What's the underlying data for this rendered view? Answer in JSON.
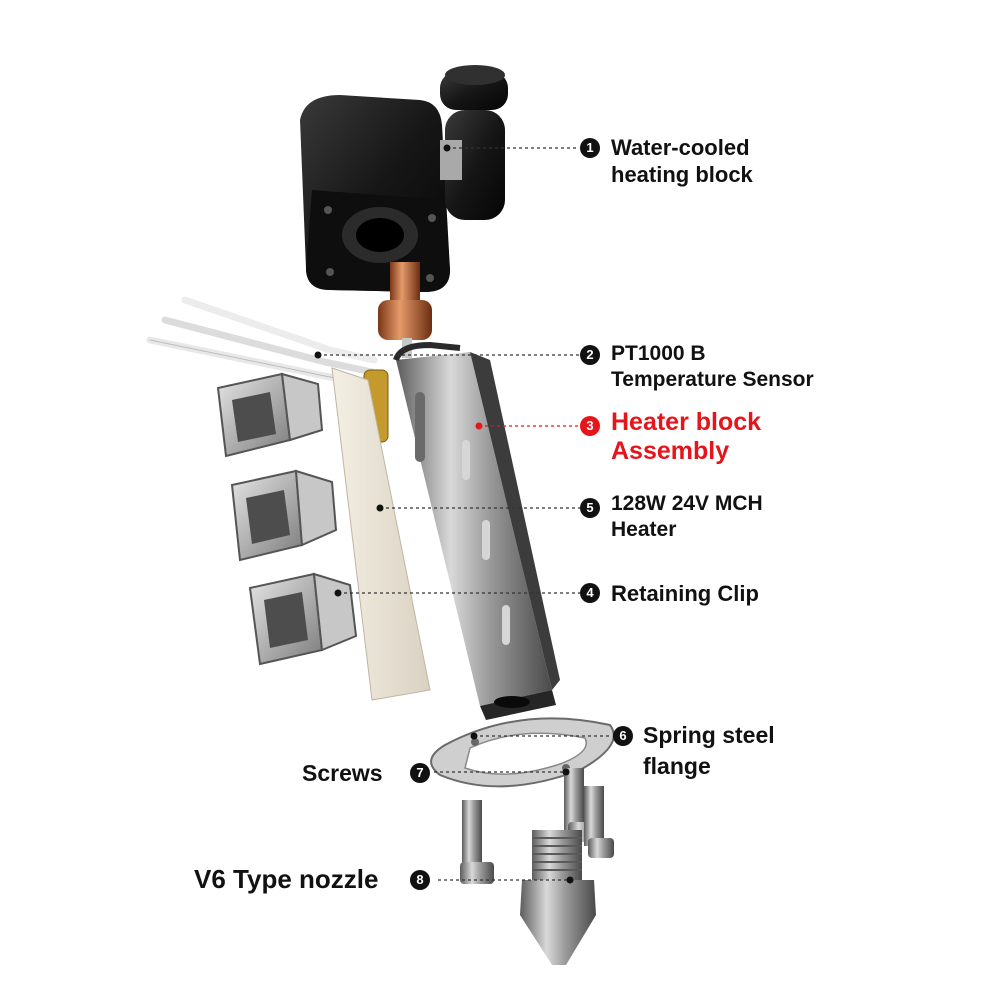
{
  "colors": {
    "text": "#111111",
    "highlight": "#e4161b",
    "leader": "#333333"
  },
  "callouts": [
    {
      "num": "1",
      "line1": "Water-cooled",
      "line2": "heating block",
      "highlight": false
    },
    {
      "num": "2",
      "line1": "PT1000 B",
      "line2": "Temperature Sensor",
      "highlight": false
    },
    {
      "num": "3",
      "line1": "Heater block",
      "line2": "Assembly",
      "highlight": true
    },
    {
      "num": "5",
      "line1": "128W 24V MCH",
      "line2": "Heater",
      "highlight": false
    },
    {
      "num": "4",
      "line1": "Retaining Clip",
      "line2": "",
      "highlight": false
    },
    {
      "num": "6",
      "line1": "Spring steel",
      "line2": "flange",
      "highlight": false
    },
    {
      "num": "7",
      "line1": "Screws",
      "line2": "",
      "highlight": false
    },
    {
      "num": "8",
      "line1": "V6 Type nozzle",
      "line2": "",
      "highlight": false
    }
  ]
}
